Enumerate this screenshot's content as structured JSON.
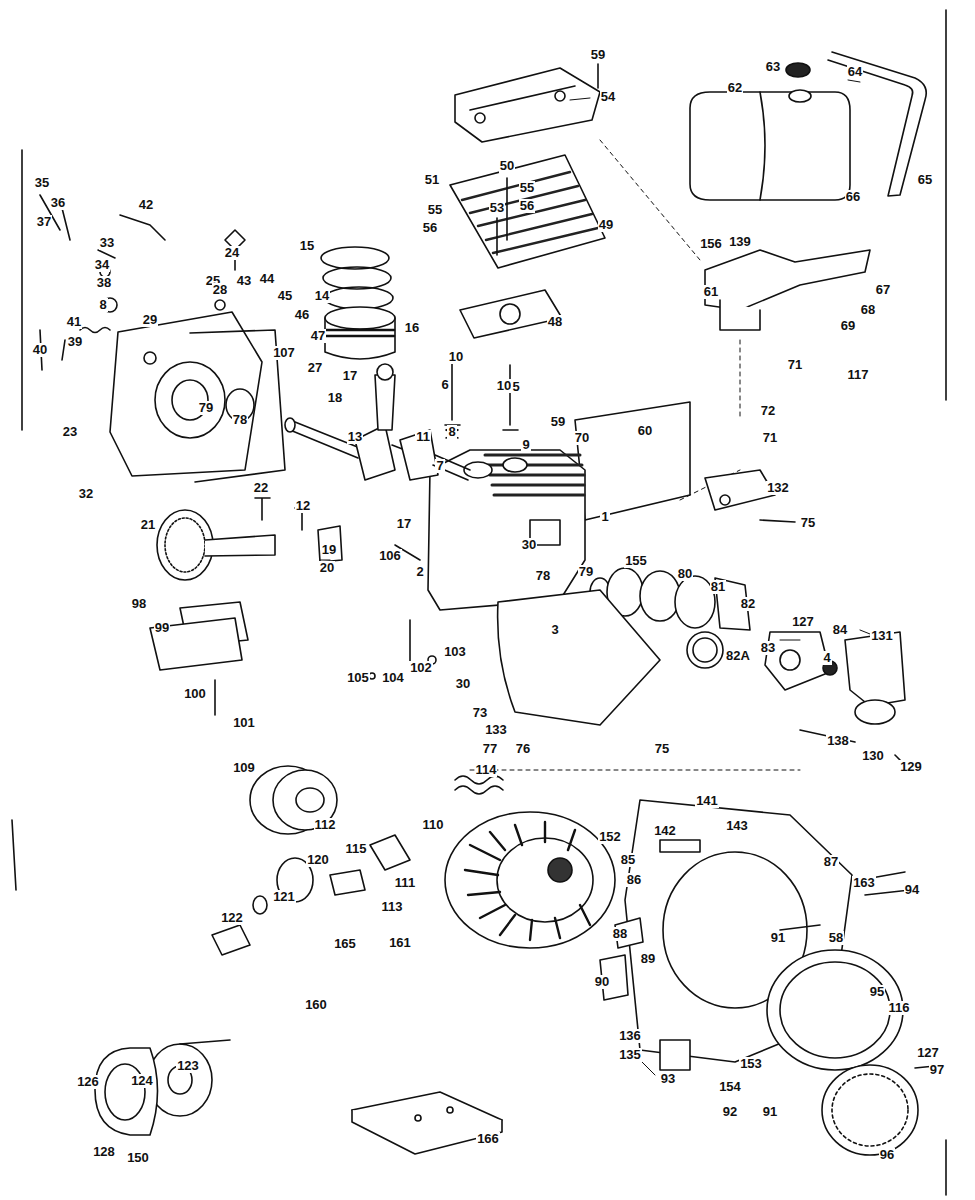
{
  "diagram": {
    "labels": [
      "59",
      "54",
      "63",
      "64",
      "62",
      "35",
      "42",
      "36",
      "37",
      "33",
      "34",
      "38",
      "24",
      "25",
      "43",
      "44",
      "45",
      "15",
      "14",
      "51",
      "53",
      "50",
      "55",
      "56",
      "55",
      "56",
      "49",
      "156",
      "139",
      "66",
      "65",
      "67",
      "68",
      "69",
      "61",
      "48",
      "16",
      "46",
      "47",
      "107",
      "27",
      "28",
      "8",
      "29",
      "41",
      "39",
      "40",
      "23",
      "32",
      "79",
      "78",
      "17",
      "18",
      "13",
      "11",
      "7",
      "10",
      "10",
      "6",
      "5",
      "59",
      "70",
      "60",
      "8",
      "9",
      "117",
      "71",
      "72",
      "71",
      "12",
      "22",
      "17",
      "21",
      "19",
      "20",
      "106",
      "2",
      "1",
      "132",
      "75",
      "30",
      "78",
      "79",
      "155",
      "80",
      "81",
      "82",
      "98",
      "99",
      "103",
      "102",
      "104",
      "105",
      "100",
      "101",
      "30",
      "3",
      "82A",
      "83",
      "127",
      "84",
      "4",
      "131",
      "73",
      "133",
      "77",
      "76",
      "75",
      "138",
      "130",
      "129",
      "114",
      "109",
      "112",
      "110",
      "111",
      "115",
      "120",
      "141",
      "142",
      "143",
      "152",
      "87",
      "163",
      "121",
      "122",
      "113",
      "161",
      "165",
      "160",
      "85",
      "86",
      "88",
      "89",
      "90",
      "136",
      "135",
      "94",
      "91",
      "58",
      "95",
      "116",
      "127",
      "97",
      "96",
      "93",
      "154",
      "153",
      "92",
      "91",
      "126",
      "124",
      "123",
      "128",
      "150",
      "166"
    ]
  }
}
